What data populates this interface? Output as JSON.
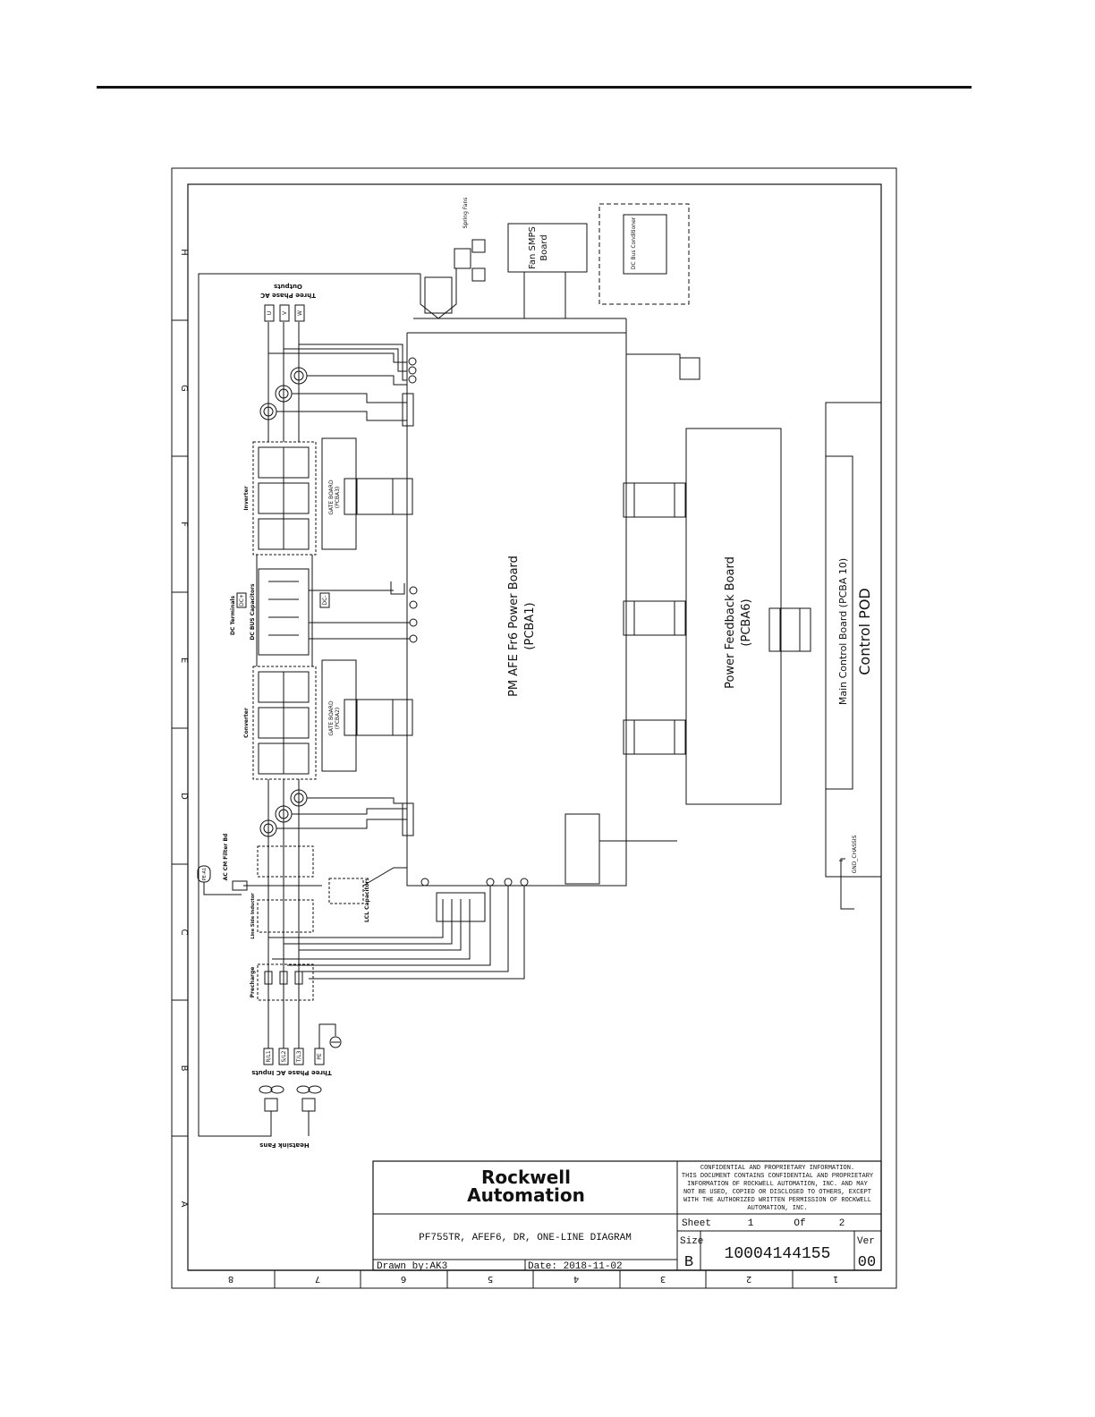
{
  "diagram": {
    "labels": {
      "power_board": "PM AFE Fr6 Power Board",
      "power_board_id": "(PCBA1)",
      "feedback_board": "Power Feedback Board",
      "feedback_board_id": "(PCBA6)",
      "main_control": "Main Control Board (PCBA 10)",
      "control_pod": "Control POD",
      "fan_smps": "Fan SMPS",
      "fan_smps_2": "Board",
      "spring_fans": "Spring Fans",
      "three_phase_outputs": "Three Phase AC",
      "three_phase_outputs_2": "Outputs",
      "three_phase_inputs": "Three Phase AC Inputs",
      "heatsink_fans": "Heatsink Fans",
      "inverter": "Inverter",
      "converter": "Converter",
      "dc_bus_caps": "DC BUS Capacitors",
      "dc_terminals": "DC Terminals",
      "gate_board_1": "GATE BOARD",
      "gate_board_1_id": "(PCBA3)",
      "gate_board_2": "GATE BOARD",
      "gate_board_2_id": "(PCBA2)",
      "precharge": "Precharge",
      "line_reactor": "Line Side Inductor",
      "lcl_caps": "LCL Capacitors",
      "ac_cm_filter": "AC CM Filter Bd",
      "dc_bus_conditioner": "DC Bus Conditioner",
      "gnd_chassis": "GND_CHASSIS",
      "dc_plus": "DC+",
      "dc_minus": "DC-",
      "pe": "PE",
      "pe_a1": "PE-A1",
      "out_u": "U",
      "out_v": "V",
      "out_w": "W",
      "in_r": "R/L1",
      "in_s": "S/L2",
      "in_t": "T/L3"
    },
    "row_letters": [
      "H",
      "G",
      "F",
      "E",
      "D",
      "C",
      "B",
      "A"
    ],
    "col_numbers": [
      "8",
      "7",
      "6",
      "5",
      "4",
      "3",
      "2",
      "1"
    ]
  },
  "title_block": {
    "logo_line1": "Rockwell",
    "logo_line2": "Automation",
    "confidential": [
      "CONFIDENTIAL AND PROPRIETARY INFORMATION.",
      "THIS DOCUMENT CONTAINS CONFIDENTIAL AND PROPRIETARY",
      "INFORMATION OF ROCKWELL AUTOMATION, INC. AND MAY",
      "NOT BE USED, COPIED OR DISCLOSED TO OTHERS, EXCEPT",
      "WITH THE AUTHORIZED WRITTEN PERMISSION OF ROCKWELL",
      "AUTOMATION, INC."
    ],
    "title": "PF755TR, AFEF6, DR, ONE-LINE DIAGRAM",
    "sheet_label": "Sheet",
    "sheet_num": "1",
    "of_label": "Of",
    "of_num": "2",
    "size_label": "Size",
    "size_value": "B",
    "doc_number": "10004144155",
    "ver_label": "Ver",
    "ver_value": "00",
    "drawn_by": "Drawn by:AK3",
    "date": "Date: 2018-11-02"
  }
}
